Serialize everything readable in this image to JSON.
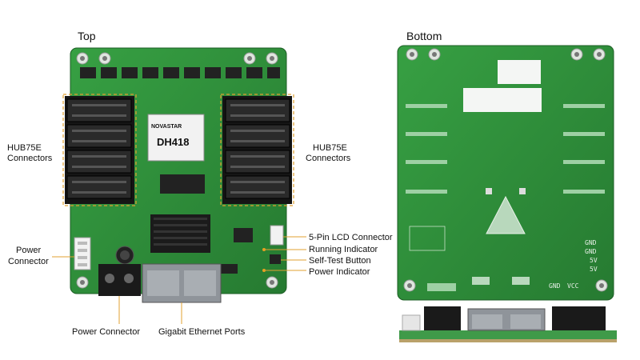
{
  "sections": {
    "top": "Top",
    "bottom": "Bottom"
  },
  "chip": {
    "brand": "NOVASTAR",
    "model": "DH418"
  },
  "callouts": {
    "hub_left_1": "HUB75E",
    "hub_left_2": "Connectors",
    "hub_right_1": "HUB75E",
    "hub_right_2": "Connectors",
    "power_left_1": "Power",
    "power_left_2": "Connector",
    "lcd": "5-Pin LCD Connector",
    "running": "Running Indicator",
    "selftest": "Self-Test Button",
    "powerind": "Power Indicator",
    "power_bottom": "Power Connector",
    "ethernet": "Gigabit Ethernet Ports"
  },
  "bottom_silk": {
    "gnd1": "GND",
    "gnd2": "GND",
    "v5a": "5V",
    "v5b": "5V",
    "gnd3": "GND",
    "vcc": "VCC"
  },
  "colors": {
    "pcb": "#2f8f3a",
    "pcb_dark": "#1f6b2a",
    "leader": "#e0a030"
  }
}
